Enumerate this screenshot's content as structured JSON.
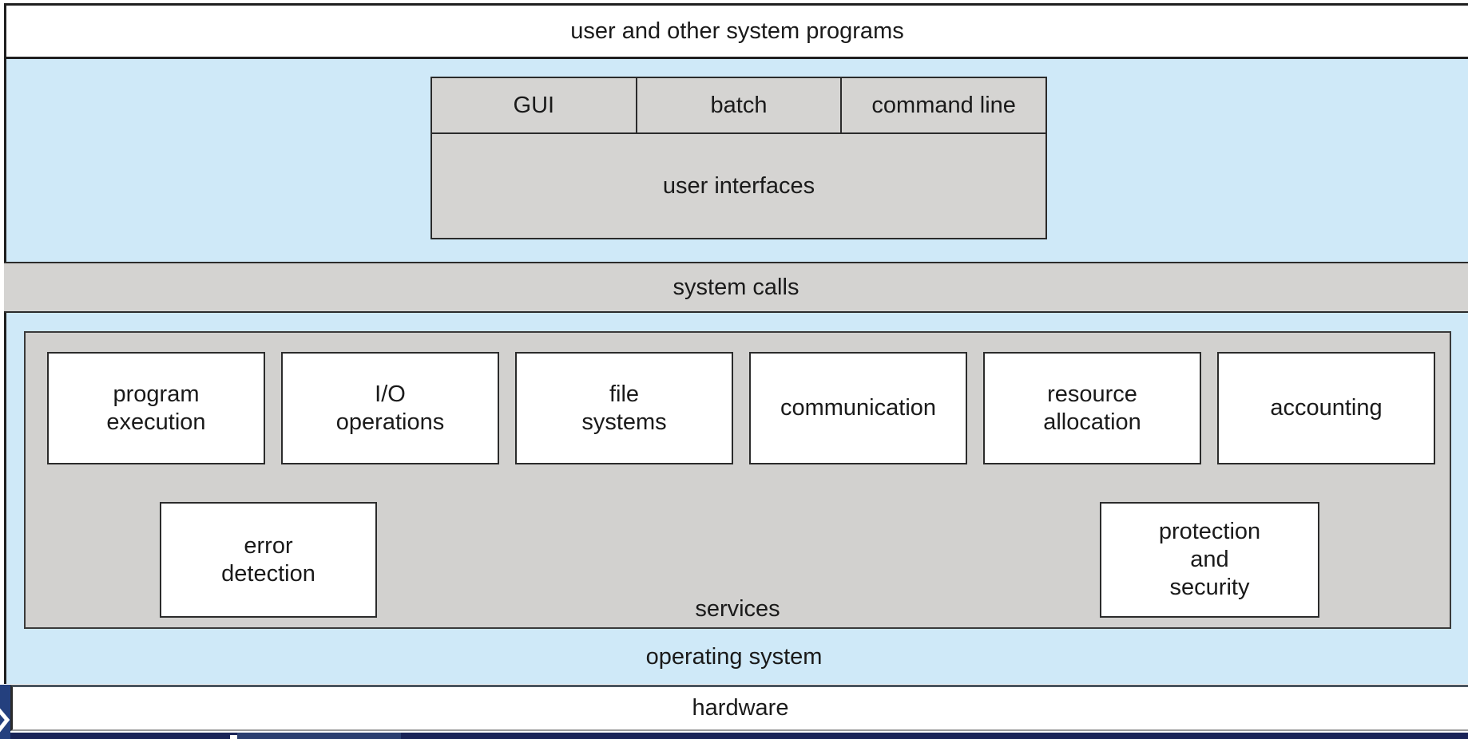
{
  "colors": {
    "light_blue": "#cfe9f8",
    "panel_gray": "#d4d3d1",
    "box_white": "#ffffff",
    "border_dark": "#2b2b2b",
    "bottom_navy": "#1a2357",
    "left_navy": "#24407e",
    "text": "#1a1a1a"
  },
  "diagram": {
    "top_band_label": "user and other system programs",
    "user_interfaces": {
      "cells": [
        {
          "label": "GUI"
        },
        {
          "label": "batch"
        },
        {
          "label": "command line"
        }
      ],
      "label": "user interfaces"
    },
    "system_calls_label": "system calls",
    "services": {
      "row1": [
        {
          "lines": [
            "program",
            "execution"
          ]
        },
        {
          "lines": [
            "I/O",
            "operations"
          ]
        },
        {
          "lines": [
            "file",
            "systems"
          ]
        },
        {
          "lines": [
            "communication"
          ]
        },
        {
          "lines": [
            "resource",
            "allocation"
          ]
        },
        {
          "lines": [
            "accounting"
          ]
        }
      ],
      "row2": [
        {
          "lines": [
            "error",
            "detection"
          ]
        },
        {
          "lines": [
            "protection",
            "and",
            "security"
          ]
        }
      ],
      "label": "services"
    },
    "operating_system_label": "operating system",
    "hardware_label": "hardware"
  }
}
